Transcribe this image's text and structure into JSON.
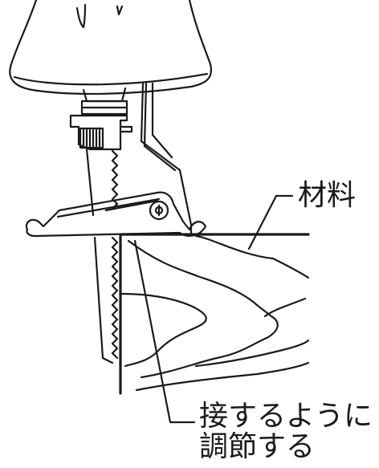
{
  "labels": {
    "material": "材料",
    "adjust_line1": "接するように",
    "adjust_line2": "調節する"
  },
  "colors": {
    "stroke": "#1a1a1a",
    "background": "#ffffff"
  }
}
